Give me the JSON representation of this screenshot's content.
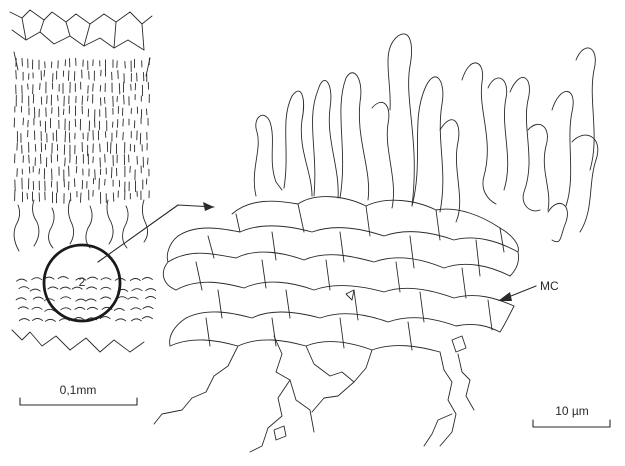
{
  "figure": {
    "scale_bar_left": "0,1mm",
    "scale_bar_right": "10 µm",
    "annotation_mc": "MC",
    "inset_marker": "2"
  },
  "colors": {
    "ink": "#2a2a2a",
    "background": "#ffffff"
  }
}
